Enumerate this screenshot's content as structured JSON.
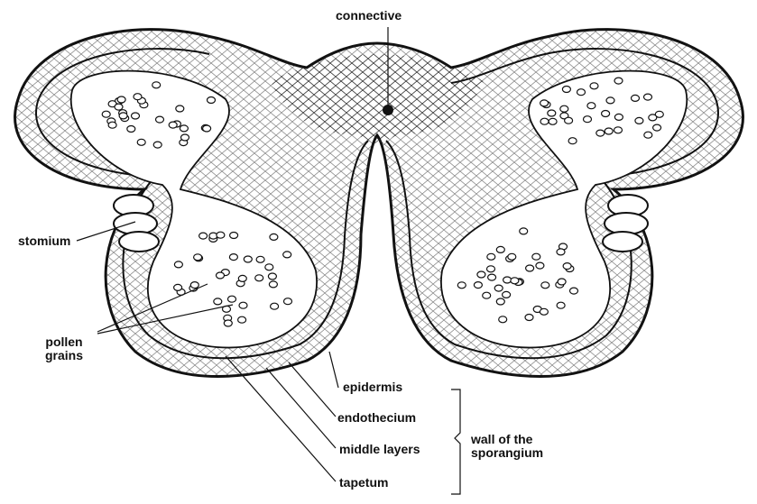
{
  "figure": {
    "labels": {
      "connective": "connective",
      "stomium": "stomium",
      "pollen_grains": "pollen\ngrains",
      "epidermis": "epidermis",
      "endothecium": "endothecium",
      "middle_layers": "middle layers",
      "tapetum": "tapetum",
      "wall_of_sporangium": "wall of the\nsporangium"
    },
    "colors": {
      "ink": "#111111",
      "paper": "#ffffff"
    }
  }
}
